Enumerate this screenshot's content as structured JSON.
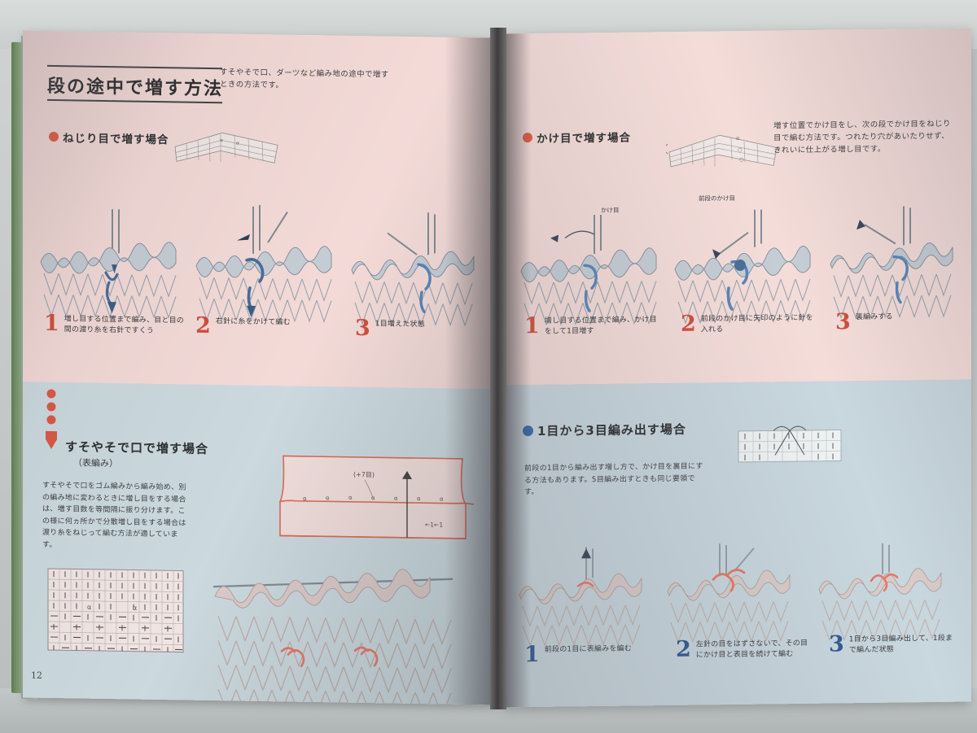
{
  "book": {
    "page_number": "12",
    "left_page": {
      "section_title": "段の途中で増す方法",
      "lede": "すそやそで口、ダーツなど編み地の途中で増すときの方法です。",
      "top_block": {
        "bullet": "red-dot",
        "subhead": "ねじり目で増す場合",
        "chart_caption": "",
        "steps": [
          {
            "num": "1",
            "text": "増し目する位置まで編み、目と目の間の渡り糸を右針ですくう"
          },
          {
            "num": "2",
            "text": "右針に糸をかけて編む"
          },
          {
            "num": "3",
            "text": "1目増えた状態"
          }
        ]
      },
      "bottom_block": {
        "arrow": "down-arrow",
        "subhead": "すそやそで口で増す場合",
        "subhead_sub": "（表編み）",
        "paragraph": "すそやそで口をゴム編みから編み始め、別の編み地に変わるときに増し目をする場合は、増す目数を等間隔に振り分けます。この様に何ヵ所かで分散増し目をする場合は渡り糸をねじって編む方法が適しています。",
        "schematic": {
          "increase_label": "(+7目)",
          "row_label": "←1←1",
          "symbol_count": 7
        }
      }
    },
    "right_page": {
      "top_block": {
        "bullet": "red-dot",
        "subhead": "かけ目で増す場合",
        "description": "増す位置でかけ目をし、次の段でかけ目をねじり目で編む方法です。つれたり穴があいたりせず、きれいに仕上がる増し目です。",
        "illustration_labels": [
          "かけ目",
          "前段のかけ目"
        ],
        "steps": [
          {
            "num": "1",
            "text": "増し目する位置まで編み、かけ目をして1目増す"
          },
          {
            "num": "2",
            "text": "前段のかけ目に矢印のように針を入れる"
          },
          {
            "num": "3",
            "text": "裏編みする"
          }
        ]
      },
      "bottom_block": {
        "bullet": "blue-dot",
        "subhead": "1目から3目編み出す場合",
        "paragraph": "前段の1目から編み出す増し方で、かけ目を裏目にする方法もあります。5目編み出すときも同じ要領です。",
        "steps": [
          {
            "num": "1",
            "text": "前段の1目に表編みを編む"
          },
          {
            "num": "2",
            "text": "左針の目をはずさないで、その目にかけ目と表目を続けて編む"
          },
          {
            "num": "3",
            "text": "1目から3目編み出して、1段まで編んだ状態"
          }
        ]
      }
    }
  },
  "colors": {
    "pink_band": "#f3d9d6",
    "blue_band": "#c9d8de",
    "accent_red": "#cf4632",
    "accent_blue": "#25518f",
    "bullet_red": "#e2533a",
    "bullet_blue": "#2f5fa8",
    "yarn_highlight": "#4f7fb5",
    "yarn_highlight_pink": "#e8705c",
    "schematic_line": "#d9624c",
    "backdrop": "#c3c8c8"
  }
}
